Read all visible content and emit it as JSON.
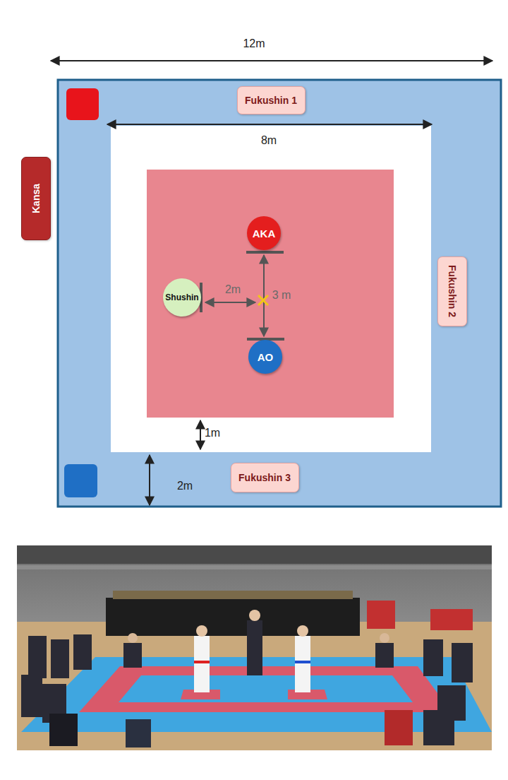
{
  "diagram": {
    "nodes": [
      {
        "text": [
          "Fukushin 1"
        ]
      },
      {
        "text": [
          "Kansa"
        ]
      },
      {
        "text": [
          "AKA"
        ]
      },
      {
        "text": [
          "Shushin"
        ]
      },
      {
        "text": [
          "AO"
        ]
      },
      {
        "text": [
          "Fukushin 2"
        ]
      },
      {
        "text": [
          "Fukushin 3"
        ]
      }
    ],
    "labels": [
      "12m",
      "8m",
      "2m",
      "3 m",
      "1m",
      "2m"
    ]
  }
}
